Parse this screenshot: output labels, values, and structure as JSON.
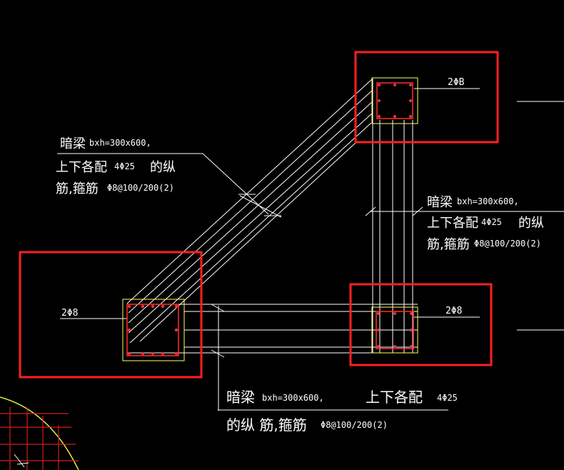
{
  "colors": {
    "background": "#000000",
    "line": "#ffffff",
    "column_outline": "#ffff66",
    "rebar": "#ff3030",
    "highlight_box": "#ff2020",
    "arc": "#e8e84a",
    "grid": "#d02020"
  },
  "annotations": {
    "diagonal_beam": {
      "line1_title": "暗梁",
      "line1_size": "bxh=300x600,",
      "line2_prefix": "上下各配",
      "line2_rebar": "4Φ25",
      "line2_suffix": "的纵",
      "line3_prefix": "筋,箍筋",
      "line3_stirrup": "Φ8@100/200(2)"
    },
    "vertical_beam": {
      "line1_title": "暗梁",
      "line1_size": "bxh=300x600,",
      "line2_prefix": "上下各配",
      "line2_rebar": "4Φ25",
      "line2_suffix": "的纵",
      "line3_prefix": "筋,箍筋",
      "line3_stirrup": "Φ8@100/200(2)"
    },
    "horizontal_beam": {
      "line1_title": "暗梁",
      "line1_size": "bxh=300x600,",
      "line1_extra": "上下各配",
      "line1_rebar": "4Φ25",
      "line2_prefix": "的纵 筋,箍筋",
      "line2_stirrup": "Φ8@100/200(2)"
    },
    "column_top_right_label": "2ΦB",
    "column_left_label": "2Φ8",
    "column_bottom_right_label": "2Φ8"
  }
}
